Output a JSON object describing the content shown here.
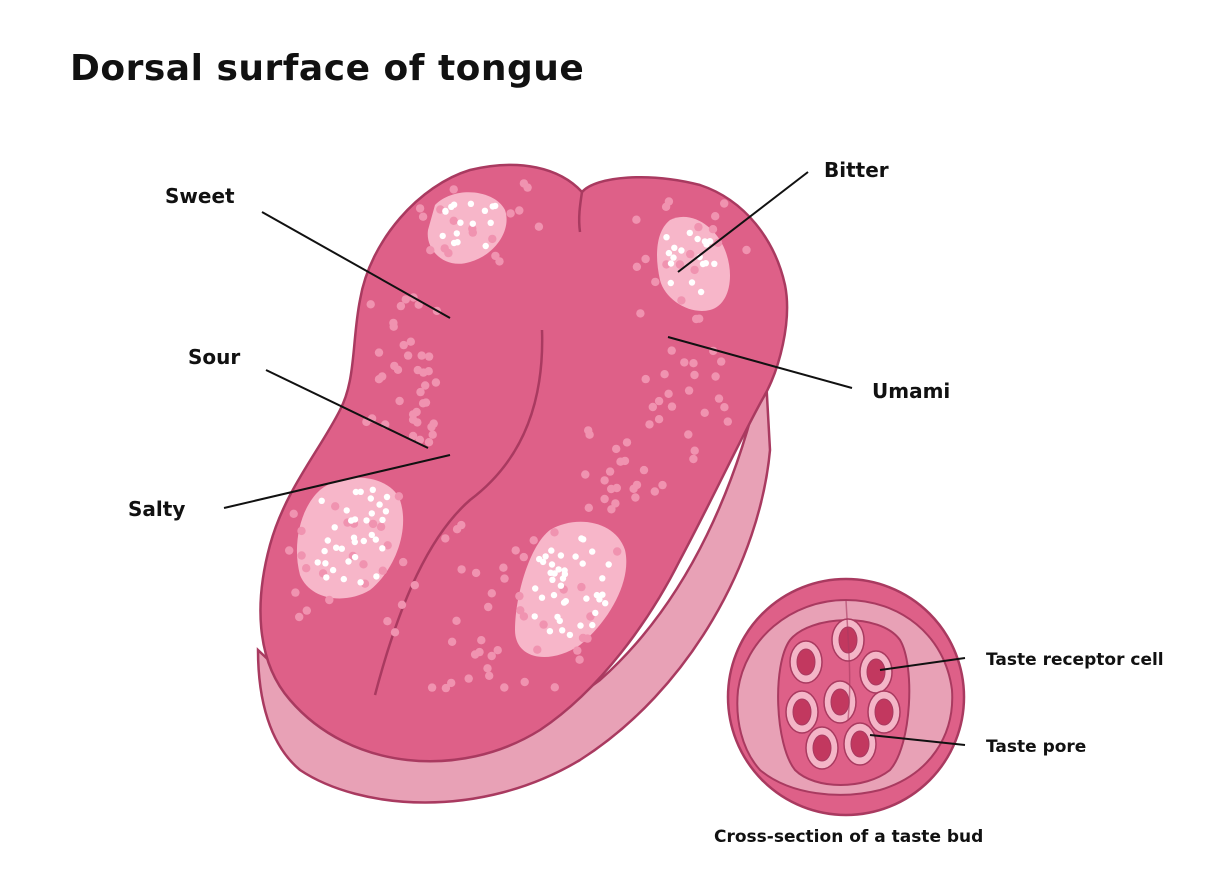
{
  "title": "Dorsal surface of tongue",
  "labels": {
    "sweet": "Sweet",
    "sour": "Sour",
    "salty": "Salty",
    "bitter": "Bitter",
    "umami": "Umami"
  },
  "taste_bud": {
    "caption": "Cross-section of a taste bud",
    "receptor_cell": "Taste receptor cell",
    "pore": "Taste pore"
  },
  "colors": {
    "tongue_surface": "#de6088",
    "tongue_side": "#e8a1b6",
    "outline": "#a93a60",
    "dot": "#f093b0",
    "patch": "#f7b6c9",
    "cell_dark": "#c2385f",
    "cell_light": "#f4b5c7"
  }
}
